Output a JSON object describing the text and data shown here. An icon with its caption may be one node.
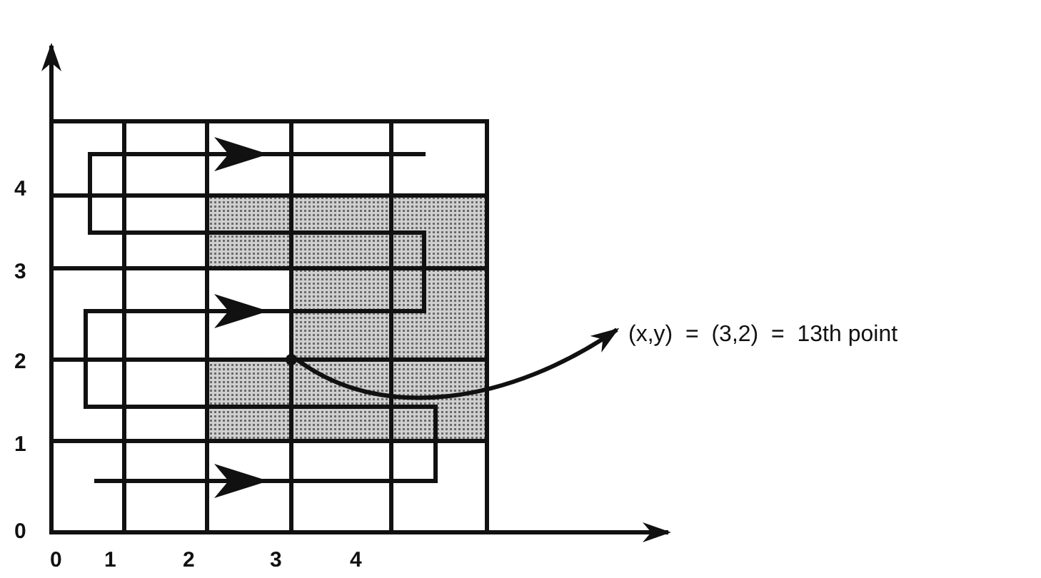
{
  "diagram": {
    "nodes": [
      {
        "text": [
          "(x,y)  =  (3,2)  =  13th point"
        ]
      },
      {
        "text": [],
        "shape": "circle"
      }
    ],
    "edges": [
      {
        "from": 1,
        "to": 0,
        "arrow": "to"
      }
    ],
    "labels": [
      "4",
      "3",
      "2",
      "1",
      "0",
      "0",
      "1",
      "2",
      "3",
      "4"
    ]
  }
}
